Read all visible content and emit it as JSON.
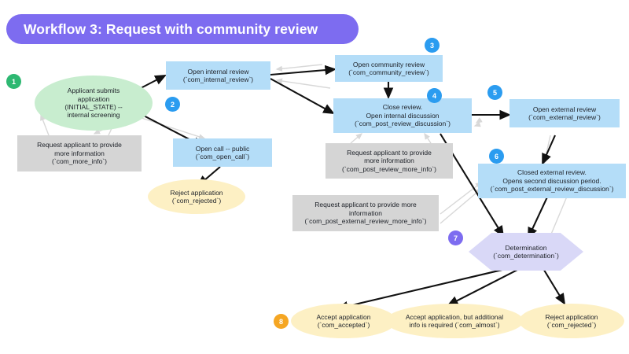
{
  "title": {
    "text": "Workflow 3: Request with community review",
    "banner_color": "#7d6cf0"
  },
  "palette": {
    "process_fill": "#b4ddf8",
    "gray_fill": "#d5d5d5",
    "green_fill": "#c8edcf",
    "yellow_fill": "#fdf0c4",
    "diamond_fill": "#d9d8f7",
    "edge_solid": "#111111",
    "edge_faded": "#d8d8d8",
    "badge_green": "#2eb872",
    "badge_blue": "#2b9cf0",
    "badge_purple": "#7d6cf0",
    "badge_orange": "#f5a623"
  },
  "nodes": {
    "initial_state": {
      "line1": "Applicant submits",
      "line2": "application",
      "line3": "(INITIAL_STATE) --",
      "line4": "internal screening"
    },
    "more_info": {
      "line1": "Request applicant to provide",
      "line2": "more information",
      "line3": "(`com_more_info`)"
    },
    "internal_review": {
      "line1": "Open internal review",
      "line2": "(`com_internal_review`)"
    },
    "open_call": {
      "line1": "Open call -- public",
      "line2": "(`com_open_call`)"
    },
    "rejected_early": {
      "line1": "Reject application",
      "line2": "(`com_rejected`)"
    },
    "community_review": {
      "line1": "Open community review",
      "line2": "(`com_community_review`)"
    },
    "post_review_discussion": {
      "line1": "Close review.",
      "line2": "Open internal discussion",
      "line3": "(`com_post_review_discussion`)"
    },
    "post_review_more_info": {
      "line1": "Request applicant to provide",
      "line2": "more information",
      "line3": "(`com_post_review_more_info`)"
    },
    "external_review": {
      "line1": "Open external review",
      "line2": "(`com_external_review`)"
    },
    "post_external_review_discussion": {
      "line1": "Closed external review.",
      "line2": "Opens second discussion period.",
      "line3": "(`com_post_external_review_discussion`)"
    },
    "post_external_review_more_info": {
      "line1": "Request applicant to provide more",
      "line2": "information",
      "line3": "(`com_post_external_review_more_info`)"
    },
    "determination": {
      "line1": "Determination",
      "line2": "(`com_determination`)"
    },
    "accepted": {
      "line1": "Accept application",
      "line2": "(`com_accepted`)"
    },
    "almost": {
      "line1": "Accept application, but additional",
      "line2": "info is required (`com_almost`)"
    },
    "rejected_final": {
      "line1": "Reject application",
      "line2": "(`com_rejected`)"
    }
  },
  "badges": [
    {
      "label": "1",
      "color": "#2eb872"
    },
    {
      "label": "2",
      "color": "#2b9cf0"
    },
    {
      "label": "3",
      "color": "#2b9cf0"
    },
    {
      "label": "4",
      "color": "#2b9cf0"
    },
    {
      "label": "5",
      "color": "#2b9cf0"
    },
    {
      "label": "6",
      "color": "#2b9cf0"
    },
    {
      "label": "7",
      "color": "#7d6cf0"
    },
    {
      "label": "8",
      "color": "#f5a623"
    }
  ]
}
